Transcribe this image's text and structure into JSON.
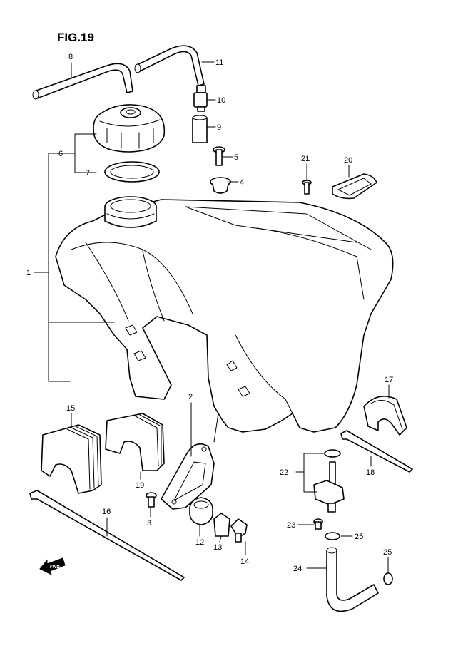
{
  "figure": {
    "title": "FIG.19",
    "direction_label": "FWD",
    "direction_icon": "fwd-arrow-icon"
  },
  "callouts": [
    {
      "id": "c1",
      "label": "1"
    },
    {
      "id": "c2",
      "label": "2"
    },
    {
      "id": "c3",
      "label": "3"
    },
    {
      "id": "c4",
      "label": "4"
    },
    {
      "id": "c5",
      "label": "5"
    },
    {
      "id": "c6",
      "label": "6"
    },
    {
      "id": "c7",
      "label": "7"
    },
    {
      "id": "c8",
      "label": "8"
    },
    {
      "id": "c9",
      "label": "9"
    },
    {
      "id": "c10",
      "label": "10"
    },
    {
      "id": "c11",
      "label": "11"
    },
    {
      "id": "c12",
      "label": "12"
    },
    {
      "id": "c13",
      "label": "13"
    },
    {
      "id": "c14",
      "label": "14"
    },
    {
      "id": "c15",
      "label": "15"
    },
    {
      "id": "c16",
      "label": "16"
    },
    {
      "id": "c17",
      "label": "17"
    },
    {
      "id": "c18",
      "label": "18"
    },
    {
      "id": "c19",
      "label": "19"
    },
    {
      "id": "c20",
      "label": "20"
    },
    {
      "id": "c21",
      "label": "21"
    },
    {
      "id": "c22",
      "label": "22"
    },
    {
      "id": "c23",
      "label": "23"
    },
    {
      "id": "c24",
      "label": "24"
    },
    {
      "id": "c25a",
      "label": "25"
    },
    {
      "id": "c25b",
      "label": "25"
    }
  ]
}
